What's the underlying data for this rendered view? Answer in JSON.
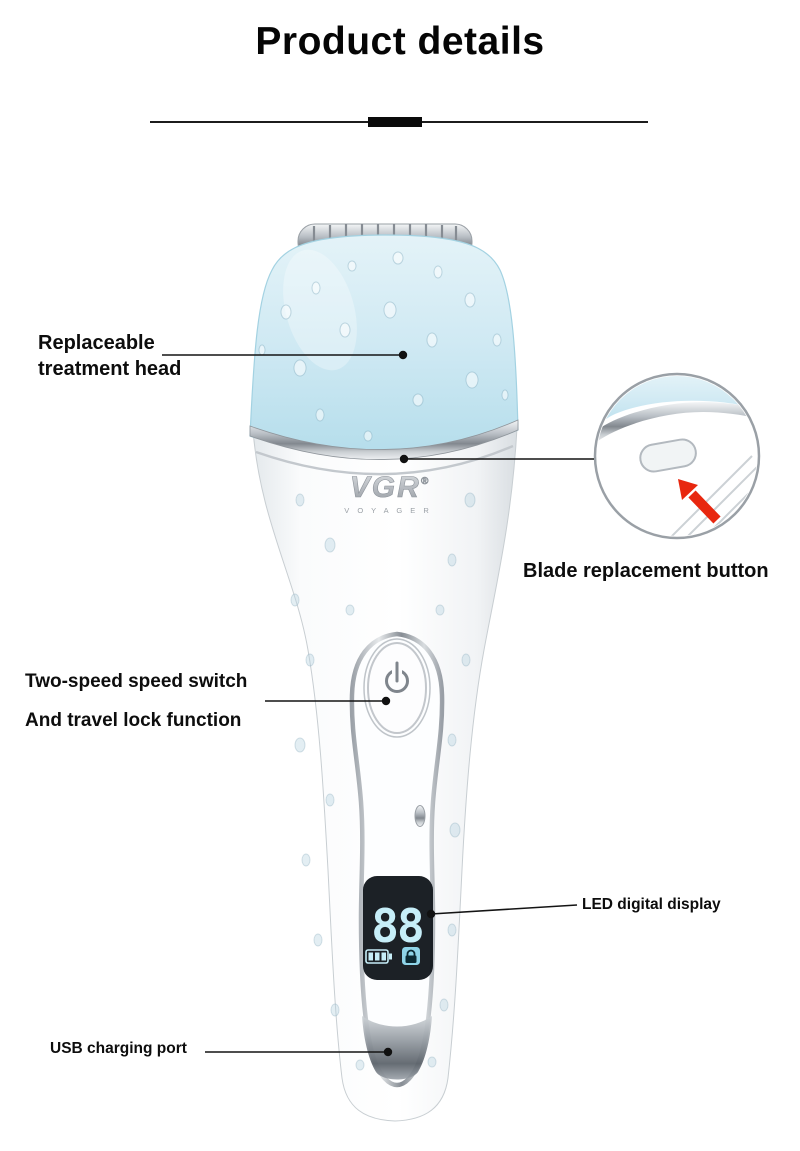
{
  "page": {
    "title": "Product details"
  },
  "device": {
    "brand": "VGR",
    "brand_mark": "®",
    "brand_subtext": "V O Y A G E R",
    "display": {
      "digits": "88"
    }
  },
  "callouts": {
    "treatment_head": {
      "line1": "Replaceable",
      "line2": "treatment head"
    },
    "blade_button": {
      "label": "Blade replacement button"
    },
    "speed_switch": {
      "line1": "Two-speed speed switch",
      "line2": "And travel lock function"
    },
    "led_display": {
      "label": "LED digital display"
    },
    "usb_port": {
      "label": "USB charging port"
    }
  },
  "icons": {
    "power": "power-icon",
    "battery": "battery-icon",
    "lock": "lock-icon",
    "arrow": "red-arrow-icon"
  },
  "colors": {
    "head_blue": "#cbe7f1",
    "chrome": "#aab0b6",
    "led_cyan": "#c6eef8",
    "arrow_red": "#e8270f",
    "text": "#0d0d0d"
  }
}
